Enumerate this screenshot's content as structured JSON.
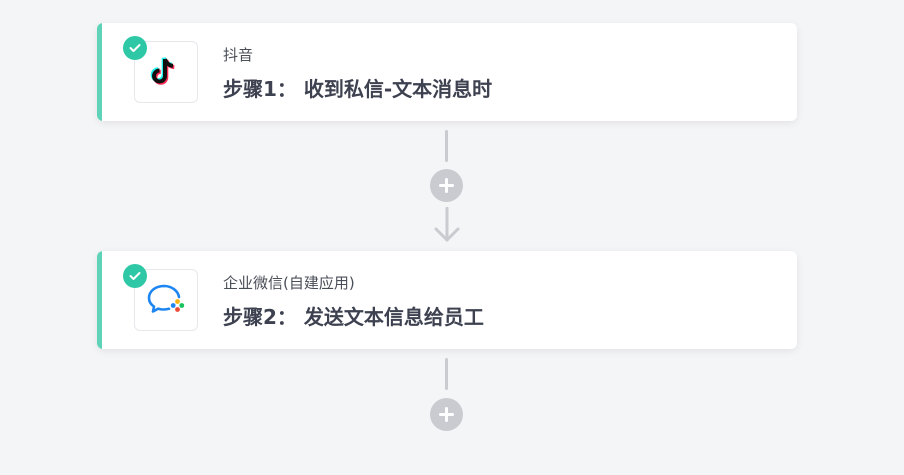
{
  "steps": [
    {
      "app_name": "抖音",
      "title": "步骤1： 收到私信-文本消息时",
      "icon": "tiktok-icon",
      "status": "check-icon"
    },
    {
      "app_name": "企业微信(自建应用)",
      "title": "步骤2： 发送文本信息给员工",
      "icon": "wecom-icon",
      "status": "check-icon"
    }
  ],
  "colors": {
    "accent": "#5fd3b7",
    "check": "#2fc8a6",
    "connector": "#c9cbd0",
    "background": "#f4f5f7"
  }
}
